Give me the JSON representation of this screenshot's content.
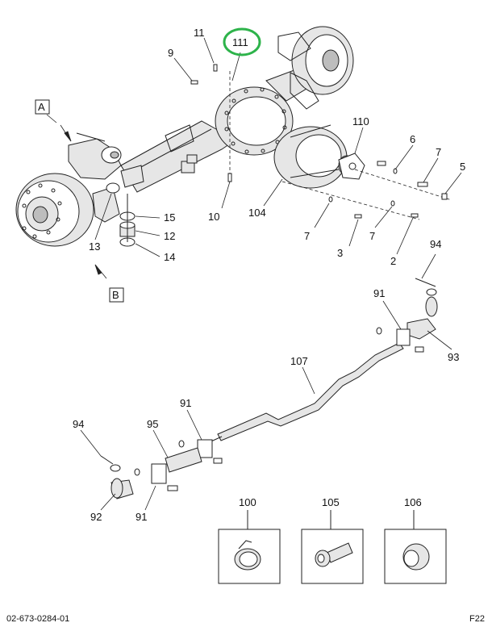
{
  "callouts": {
    "c11": "11",
    "c9": "9",
    "c111": "111",
    "c110": "110",
    "c6": "6",
    "c7a": "7",
    "c5": "5",
    "c10": "10",
    "c104": "104",
    "c15": "15",
    "c12": "12",
    "c14": "14",
    "c13": "13",
    "c7b": "7",
    "c7c": "7",
    "c3": "3",
    "c2": "2",
    "c94a": "94",
    "c91a": "91",
    "c93": "93",
    "c107": "107",
    "c91b": "91",
    "c95": "95",
    "c94b": "94",
    "c92": "92",
    "c91c": "91",
    "c100": "100",
    "c105": "105",
    "c106": "106"
  },
  "view_labels": {
    "a": "A",
    "b": "B"
  },
  "footer": {
    "drawing_number": "02-673-0284-01",
    "page": "F22"
  },
  "highlight": {
    "color": "#2db34a",
    "target": "111"
  }
}
